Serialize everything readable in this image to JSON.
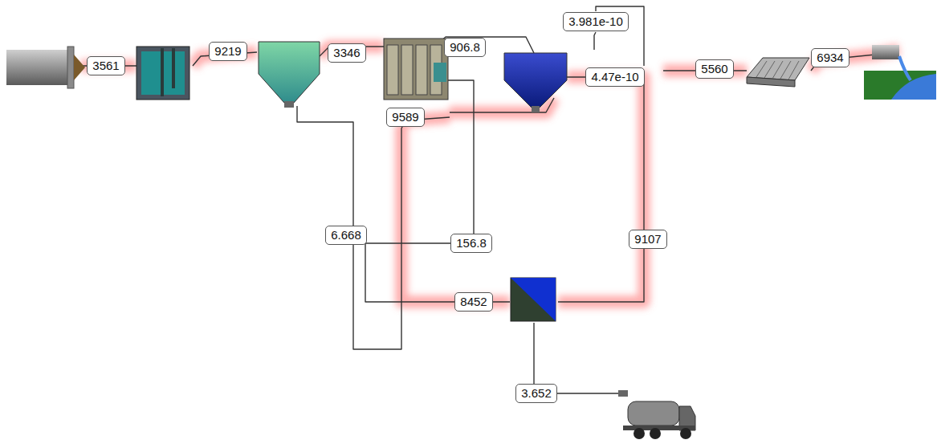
{
  "diagram": {
    "nodes": [
      {
        "text": [
          "3.981e-10"
        ]
      },
      {
        "text": [
          "906.8"
        ]
      },
      {
        "text": [
          "6934"
        ]
      },
      {
        "text": [
          "9219"
        ]
      },
      {
        "text": [
          "3346"
        ]
      },
      {
        "text": [
          "3561"
        ]
      },
      {
        "text": [
          "5560"
        ]
      },
      {
        "text": [
          "4.47e-10"
        ]
      },
      {
        "text": [
          "9589"
        ]
      },
      {
        "text": [
          "6.668"
        ]
      },
      {
        "text": [
          "156.8"
        ]
      },
      {
        "text": [
          "9107"
        ]
      },
      {
        "text": [
          "8452"
        ]
      },
      {
        "text": [
          "3.652"
        ]
      }
    ]
  }
}
